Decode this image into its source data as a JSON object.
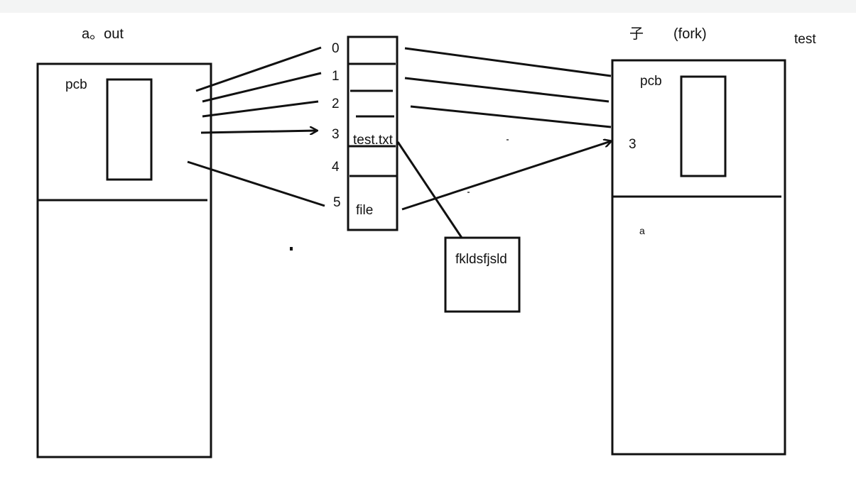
{
  "left_process": {
    "title": "a。out",
    "pcb_label": "pcb"
  },
  "fd_table": {
    "indices": [
      "0",
      "1",
      "2",
      "3",
      "4",
      "5"
    ],
    "entry_3": "test.txt",
    "entry_5": "file"
  },
  "file_box": {
    "content": "fkldsfjsld"
  },
  "right_process": {
    "title": "子",
    "subtitle": "(fork)",
    "name": "test",
    "pcb_label": "pcb",
    "fd_label": "3",
    "small_mark": "a"
  },
  "colors": {
    "stroke": "#111111",
    "background": "#ffffff",
    "topbar": "#f3f4f4"
  }
}
